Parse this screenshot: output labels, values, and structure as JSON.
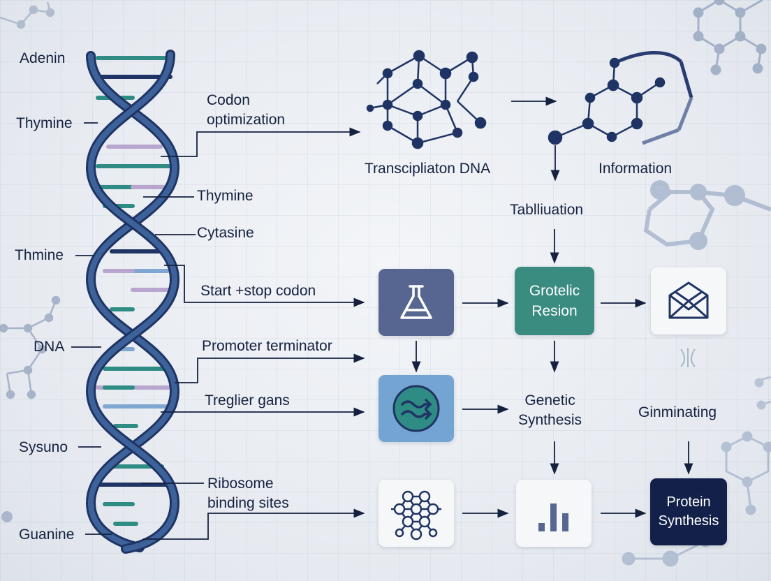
{
  "colors": {
    "navy": "#1f3464",
    "helix_blue": "#3d6199",
    "teal": "#2f8c84",
    "purple": "#b8a6cf",
    "light_blue": "#7fa7d2",
    "slate_box": "#566690",
    "teal_box": "#3a8c80",
    "blue_box": "#74a5d2",
    "white_box": "#f6f7f9",
    "dark_box": "#13204a"
  },
  "left_labels": {
    "adenin": "Adenin",
    "thymine": "Thymine",
    "thmine": "Thmine",
    "dna": "DNA",
    "sysuno": "Sysuno",
    "guanine": "Guanine"
  },
  "middle_labels": {
    "codon_line1": "Codon",
    "codon_line2": "optimization",
    "thymine": "Thymine",
    "cytasine": "Cytasine",
    "start_stop": "Start +stop codon",
    "promoter": "Promoter terminator",
    "treglier": "Treglier gans",
    "ribosome_line1": "Ribosome",
    "ribosome_line2": "binding sites"
  },
  "flow_labels": {
    "transcription": "Transcipliaton  DNA",
    "information": "Information",
    "tabulation": "Tablliuation",
    "genetic_line1": "Genetic",
    "genetic_line2": "Synthesis",
    "ginminating": "Ginminating"
  },
  "boxes": {
    "grotelic_line1": "Grotelic",
    "grotelic_line2": "Resion",
    "protein_line1": "Protein",
    "protein_line2": "Synthesis"
  },
  "icons": [
    "flask-icon",
    "envelope-icon",
    "wave-arrows-icon",
    "network-hexagons-icon",
    "bar-chart-icon",
    "molecule-structure-icon",
    "pentagon-molecule-icon"
  ]
}
